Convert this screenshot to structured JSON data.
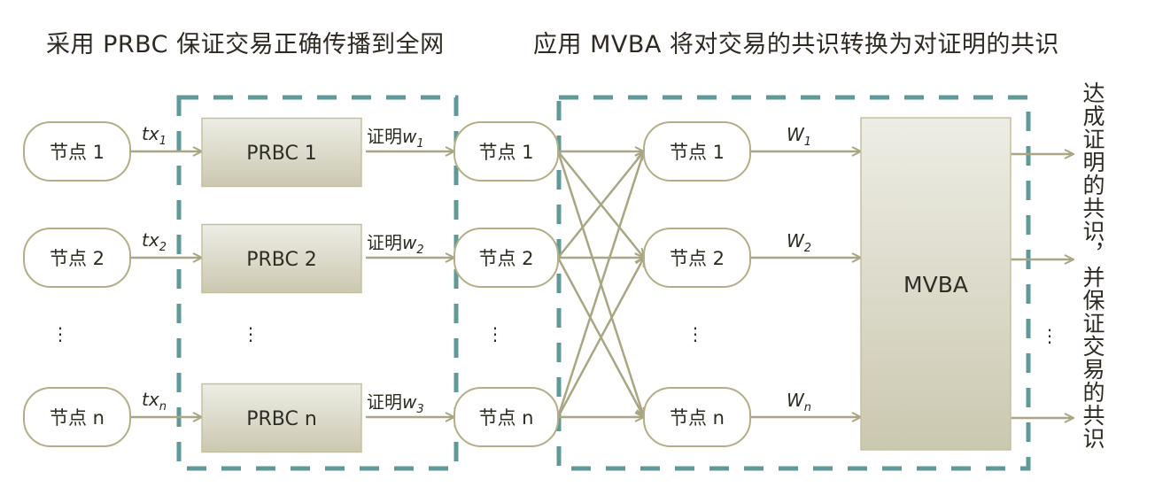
{
  "titles": {
    "left": "采用 PRBC 保证交易正确传播到全网",
    "right": "应用 MVBA 将对交易的共识转换为对证明的共识"
  },
  "left_nodes": [
    "节点 1",
    "节点 2",
    "节点 n"
  ],
  "tx_labels": [
    {
      "base": "tx",
      "sub": "1"
    },
    {
      "base": "tx",
      "sub": "2"
    },
    {
      "base": "tx",
      "sub": "n"
    }
  ],
  "prbc_boxes": [
    "PRBC 1",
    "PRBC 2",
    "PRBC n"
  ],
  "proof_labels": [
    {
      "prefix": "证明",
      "base": "w",
      "sub": "1"
    },
    {
      "prefix": "证明",
      "base": "w",
      "sub": "2"
    },
    {
      "prefix": "证明",
      "base": "w",
      "sub": "3"
    }
  ],
  "middle_nodes": [
    "节点 1",
    "节点 2",
    "节点 n"
  ],
  "right_nodes": [
    "节点 1",
    "节点 2",
    "节点 n"
  ],
  "W_labels": [
    {
      "base": "W",
      "sub": "1"
    },
    {
      "base": "W",
      "sub": "2"
    },
    {
      "base": "W",
      "sub": "n"
    }
  ],
  "mvba_box": "MVBA",
  "ellipsis": "⋮",
  "output_text": "达成证明的共识，并保证交易的共识",
  "colors": {
    "arrow": "#a9a683",
    "node_border": "#b3ae86",
    "dashed_border": "#5f9a98",
    "box_fill_top": "#eeede5",
    "box_fill_bottom": "#cbc8b0",
    "box_border": "#c4c0a2"
  }
}
